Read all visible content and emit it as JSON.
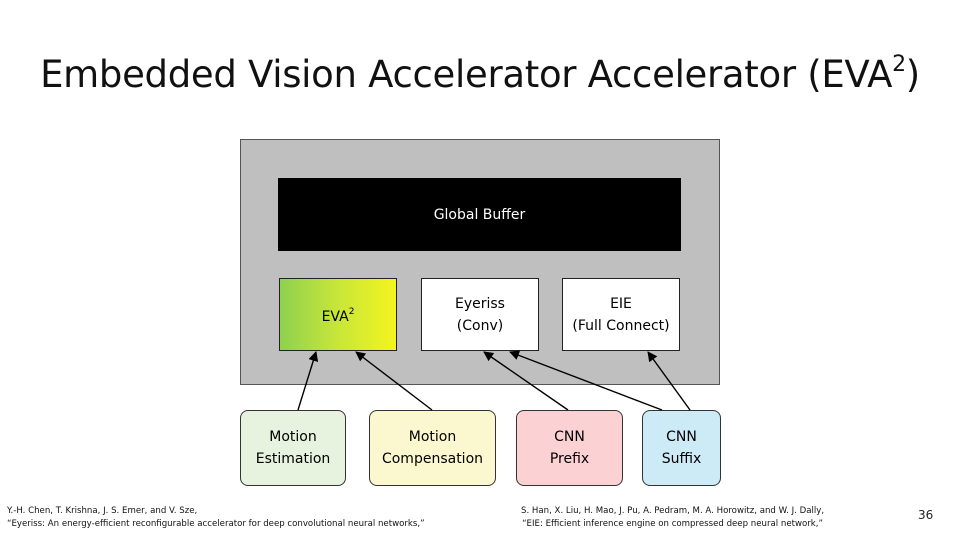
{
  "slide": {
    "title": "Embedded Vision Accelerator Accelerator (EVA",
    "title_sup": "2",
    "title_end": ")",
    "page_number": "36"
  },
  "diagram": {
    "global_buffer": "Global Buffer",
    "eva_label": "EVA",
    "eva_sup": "2",
    "eyeriss": "Eyeriss\n(Conv)",
    "eie": "EIE\n(Full Connect)",
    "motion_estimation": "Motion\nEstimation",
    "motion_compensation": "Motion\nCompensation",
    "cnn_prefix": "CNN\nPrefix",
    "cnn_suffix": "CNN\nSuffix"
  },
  "references": {
    "left_line1": "Y.-H. Chen, T. Krishna, J. S. Emer, and V. Sze,",
    "left_line2": "“Eyeriss: An energy-efficient reconfigurable accelerator for deep convolutional neural networks,”",
    "right_line1": "S. Han, X. Liu, H. Mao, J. Pu, A. Pedram, M. A. Horowitz, and W. J. Dally,",
    "right_line2": "“EIE: Efficient inference engine on compressed deep neural network,”"
  },
  "colors": {
    "chip_bg": "#bfbfbf",
    "global_buffer_bg": "#000000",
    "motion_estimation_bg": "#e7f3de",
    "motion_compensation_bg": "#fbf8cf",
    "cnn_prefix_bg": "#fcd1d3",
    "cnn_suffix_bg": "#cdeaf7"
  }
}
